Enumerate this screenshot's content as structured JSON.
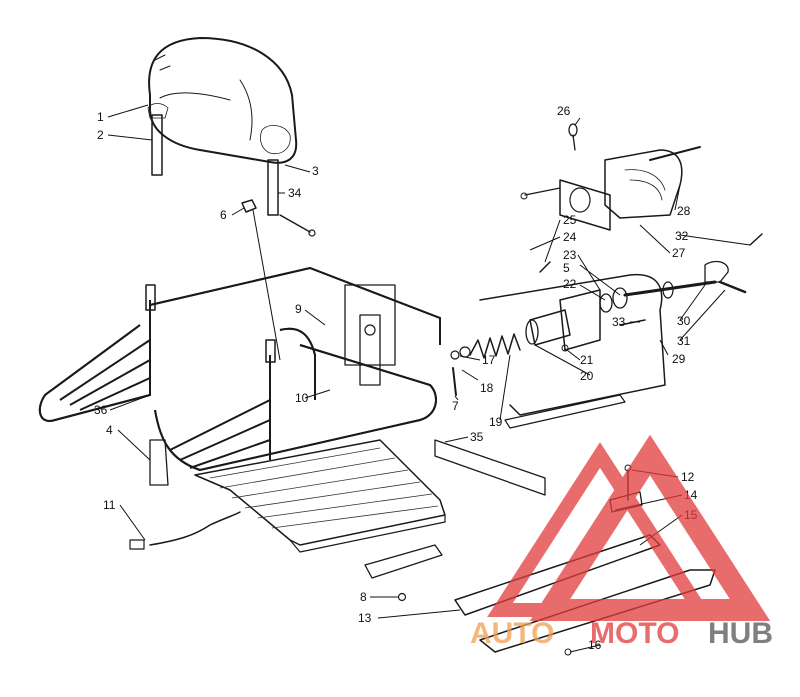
{
  "callouts": [
    "1",
    "2",
    "3",
    "4",
    "5",
    "6",
    "7",
    "8",
    "9",
    "10",
    "11",
    "12",
    "13",
    "14",
    "15",
    "16",
    "17",
    "18",
    "19",
    "20",
    "21",
    "22",
    "23",
    "24",
    "25",
    "26",
    "27",
    "28",
    "29",
    "30",
    "31",
    "32",
    "33",
    "34",
    "35",
    "36"
  ],
  "watermark": {
    "part1": "AUTO",
    "part2": "MOTO",
    "part3": "HUB",
    "color_red": "#e23b3b",
    "color_orange": "#f0a050",
    "color_gray": "#555555"
  }
}
